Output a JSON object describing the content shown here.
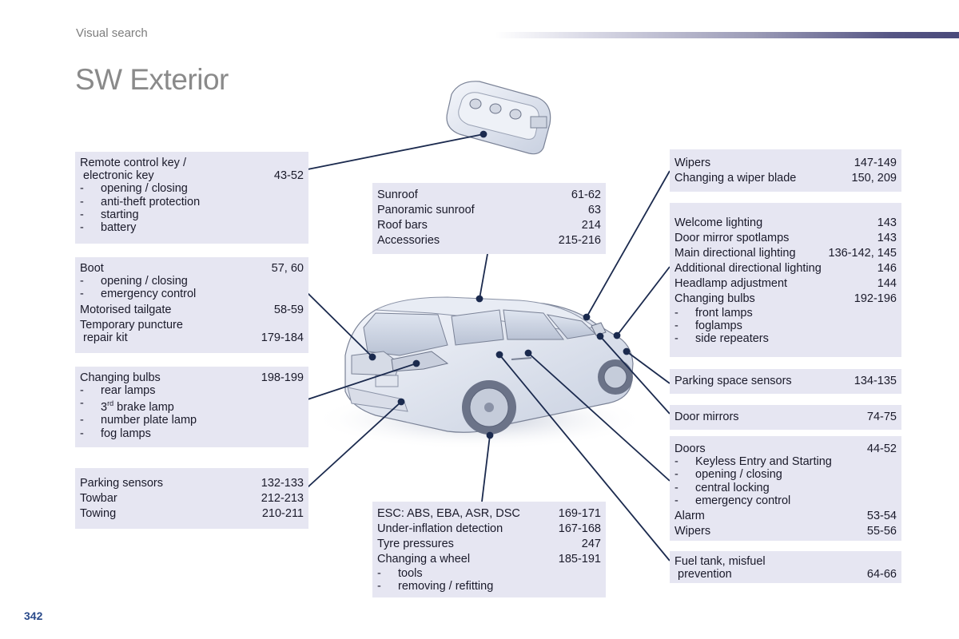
{
  "header": {
    "section": "Visual search",
    "title": "SW Exterior"
  },
  "page_number": "342",
  "boxes": {
    "key": {
      "title_line1": "Remote control key /",
      "title_line2": "electronic key",
      "pages": "43-52",
      "subitems": [
        "opening / closing",
        "anti-theft protection",
        "starting",
        "battery"
      ]
    },
    "boot": {
      "boot_label": "Boot",
      "boot_pages": "57, 60",
      "subitems": [
        "opening / closing",
        "emergency control"
      ],
      "tailgate_label": "Motorised tailgate",
      "tailgate_pages": "58-59",
      "puncture_line1": "Temporary puncture",
      "puncture_line2": "repair kit",
      "puncture_pages": "179-184"
    },
    "rear_bulbs": {
      "label": "Changing bulbs",
      "pages": "198-199",
      "subitems": [
        "rear lamps",
        "brake lamp",
        "number plate lamp",
        "fog lamps"
      ],
      "brake_prefix": "3",
      "brake_sup": "rd"
    },
    "parking": {
      "rows": [
        {
          "label": "Parking sensors",
          "pages": "132-133"
        },
        {
          "label": "Towbar",
          "pages": "212-213"
        },
        {
          "label": "Towing",
          "pages": "210-211"
        }
      ]
    },
    "roof": {
      "rows": [
        {
          "label": "Sunroof",
          "pages": "61-62"
        },
        {
          "label": "Panoramic sunroof",
          "pages": "63"
        },
        {
          "label": "Roof bars",
          "pages": "214"
        },
        {
          "label": "Accessories",
          "pages": "215-216"
        }
      ]
    },
    "wheels": {
      "rows": [
        {
          "label": "ESC: ABS, EBA, ASR, DSC",
          "pages": "169-171"
        },
        {
          "label": "Under-inflation detection",
          "pages": "167-168"
        },
        {
          "label": "Tyre pressures",
          "pages": "247"
        },
        {
          "label": "Changing a wheel",
          "pages": "185-191"
        }
      ],
      "subitems": [
        "tools",
        "removing / refitting"
      ]
    },
    "wipers": {
      "rows": [
        {
          "label": "Wipers",
          "pages": "147-149"
        },
        {
          "label": "Changing a wiper blade",
          "pages": "150, 209"
        }
      ]
    },
    "lighting": {
      "rows": [
        {
          "label": "Welcome lighting",
          "pages": "143"
        },
        {
          "label": "Door mirror spotlamps",
          "pages": "143"
        },
        {
          "label": "Main directional lighting",
          "pages": "136-142, 145"
        },
        {
          "label": "Additional directional lighting",
          "pages": "146"
        },
        {
          "label": "Headlamp adjustment",
          "pages": "144"
        },
        {
          "label": "Changing bulbs",
          "pages": "192-196"
        }
      ],
      "subitems": [
        "front lamps",
        "foglamps",
        "side repeaters"
      ]
    },
    "park_space": {
      "label": "Parking space sensors",
      "pages": "134-135"
    },
    "mirrors": {
      "label": "Door mirrors",
      "pages": "74-75"
    },
    "doors": {
      "label": "Doors",
      "pages": "44-52",
      "subitems": [
        "Keyless Entry and Starting",
        "opening / closing",
        "central locking",
        "emergency control"
      ],
      "rows": [
        {
          "label": "Alarm",
          "pages": "53-54"
        },
        {
          "label": "Wipers",
          "pages": "55-56"
        }
      ]
    },
    "fuel": {
      "line1": "Fuel tank, misfuel",
      "line2": "prevention",
      "pages": "64-66"
    }
  },
  "dash": "-",
  "colors": {
    "box_bg": "#e6e6f2",
    "leader_line": "#1b2a4e",
    "title_grey": "#8a8a8a",
    "page_number": "#2a4a8a"
  },
  "illustrations": [
    "remote-key-fob",
    "estate-car-rear-three-quarter"
  ]
}
